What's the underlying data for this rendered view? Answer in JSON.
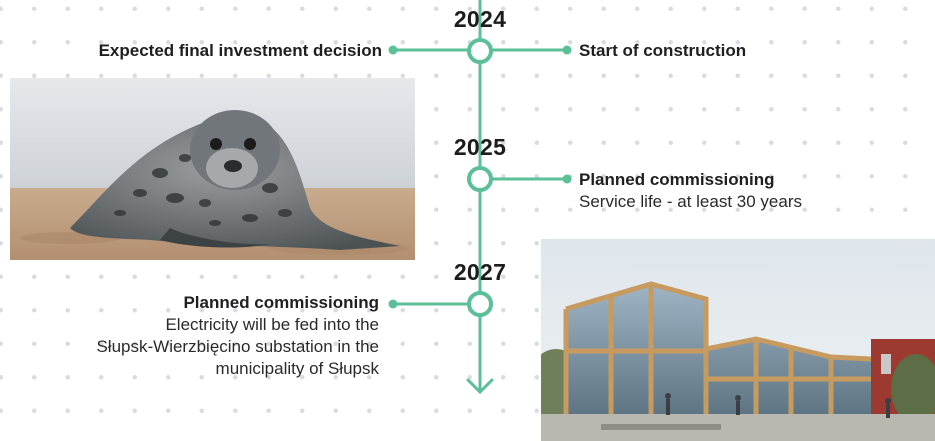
{
  "colors": {
    "accent": "#5bbf98",
    "text": "#1c1c1c",
    "dots": "#d9dbe0"
  },
  "milestones": [
    {
      "year": "2024",
      "left_event": {
        "title": "Expected final investment decision"
      },
      "right_event": {
        "title": "Start of construction"
      }
    },
    {
      "year": "2025",
      "right_event": {
        "title": "Planned commissioning",
        "desc": "Service life - at least 30 years"
      }
    },
    {
      "year": "2027",
      "left_event": {
        "title": "Planned commissioning",
        "desc_lines": [
          "Electricity will be fed into the",
          "Słupsk-Wierzbięcino substation in the",
          "municipality of Słupsk"
        ]
      }
    }
  ],
  "images": {
    "seal": {
      "icon": "grey-seal-photo"
    },
    "building": {
      "icon": "wooden-glass-building-photo"
    }
  }
}
